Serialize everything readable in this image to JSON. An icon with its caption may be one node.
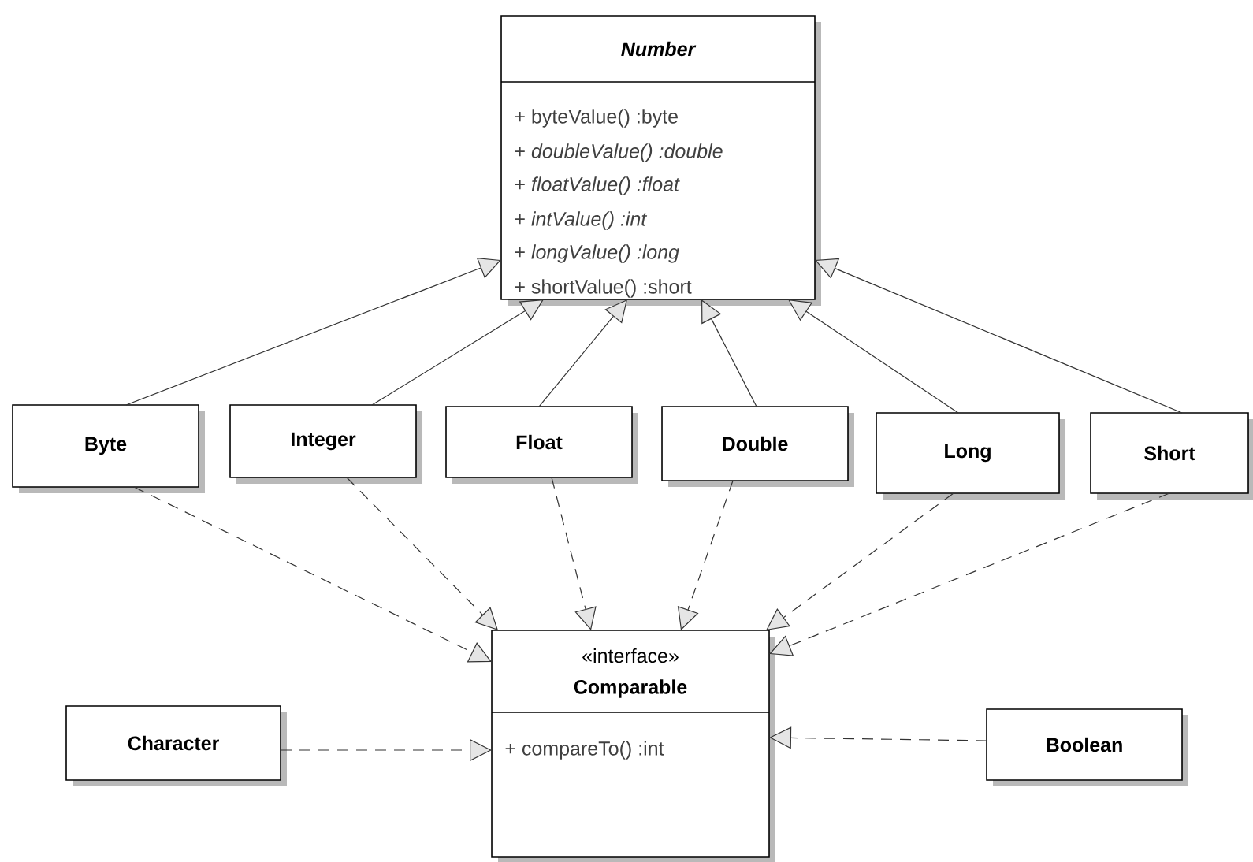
{
  "diagram": {
    "nodes": [
      {
        "text": [
          "Number",
          "+ byteValue() :byte",
          "+ *doubleValue() :double*",
          "+ *floatValue() :float*",
          "+ *intValue() :int*",
          "+ *longValue() :long*",
          "+ shortValue() :short"
        ]
      },
      {
        "text": [
          "Byte"
        ]
      },
      {
        "text": [
          "Integer"
        ]
      },
      {
        "text": [
          "Float"
        ]
      },
      {
        "text": [
          "Double"
        ]
      },
      {
        "text": [
          "Long"
        ]
      },
      {
        "text": [
          "Short"
        ]
      },
      {
        "text": [
          "«interface»",
          "Comparable",
          "+ compareTo() :int"
        ]
      },
      {
        "text": [
          "Character"
        ]
      },
      {
        "text": [
          "Boolean"
        ]
      }
    ],
    "edges": [
      {
        "from": 1,
        "to": 0,
        "arrow": "to"
      },
      {
        "from": 2,
        "to": 0,
        "arrow": "to"
      },
      {
        "from": 3,
        "to": 0,
        "arrow": "to"
      },
      {
        "from": 4,
        "to": 0,
        "arrow": "to"
      },
      {
        "from": 5,
        "to": 0,
        "arrow": "to"
      },
      {
        "from": 6,
        "to": 0,
        "arrow": "to"
      },
      {
        "from": 1,
        "to": 7,
        "arrow": "to",
        "style": "dashed"
      },
      {
        "from": 2,
        "to": 7,
        "arrow": "to",
        "style": "dashed"
      },
      {
        "from": 3,
        "to": 7,
        "arrow": "to",
        "style": "dashed"
      },
      {
        "from": 4,
        "to": 7,
        "arrow": "to",
        "style": "dashed"
      },
      {
        "from": 5,
        "to": 7,
        "arrow": "to",
        "style": "dashed"
      },
      {
        "from": 6,
        "to": 7,
        "arrow": "to",
        "style": "dashed"
      },
      {
        "from": 8,
        "to": 7,
        "arrow": "to",
        "style": "dashed"
      },
      {
        "from": 9,
        "to": 7,
        "arrow": "to",
        "style": "dashed"
      }
    ]
  }
}
